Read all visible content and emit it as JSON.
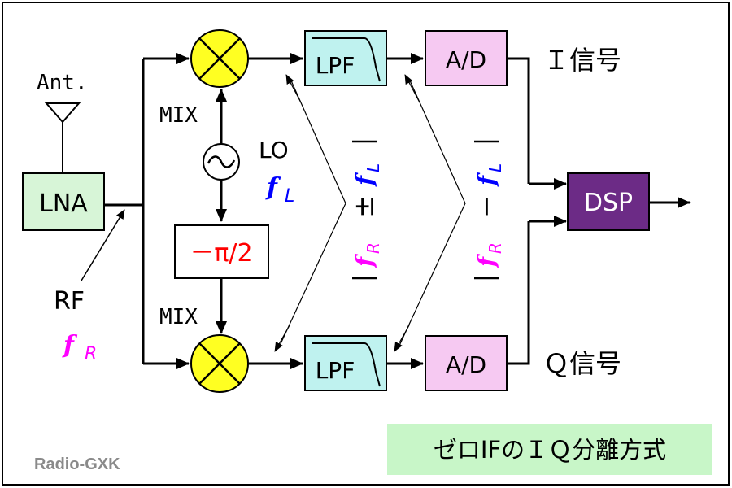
{
  "antenna": {
    "label": "Ant."
  },
  "lna": {
    "label": "LNA"
  },
  "rf": {
    "label": "RF",
    "freq_symbol": "f",
    "freq_sub": "R"
  },
  "mixer_top": {
    "label": "MIX"
  },
  "mixer_bottom": {
    "label": "MIX"
  },
  "lo": {
    "label": "LO",
    "freq_symbol": "f",
    "freq_sub": "L",
    "glyph": "~"
  },
  "phase_shifter": {
    "label": "－π/2"
  },
  "lpf": {
    "label": "LPF"
  },
  "adc": {
    "label": "A/D"
  },
  "dsp": {
    "label": "DSP"
  },
  "output_i": {
    "label": "Ｉ信号"
  },
  "output_q": {
    "label": "Ｑ信号"
  },
  "freq_sum": {
    "f1": "f",
    "sub1": "R",
    "op": "±",
    "f2": "f",
    "sub2": "L"
  },
  "freq_diff": {
    "f1": "f",
    "sub1": "R",
    "op": "−",
    "f2": "f",
    "sub2": "L"
  },
  "title_box": {
    "label": "ゼロIFのＩＱ分離方式"
  },
  "watermark": {
    "label": "Radio-GXK"
  },
  "colors": {
    "lna_fill": "#d7f5d7",
    "lpf_fill": "#bff2ef",
    "adc_fill": "#f6c9f2",
    "dsp_fill": "#6c2b86",
    "mixer_fill": "#ffff22",
    "title_fill": "#c8f6c8",
    "magenta": "#ff00ff",
    "blue": "#0000ff",
    "red": "#ff0000"
  }
}
